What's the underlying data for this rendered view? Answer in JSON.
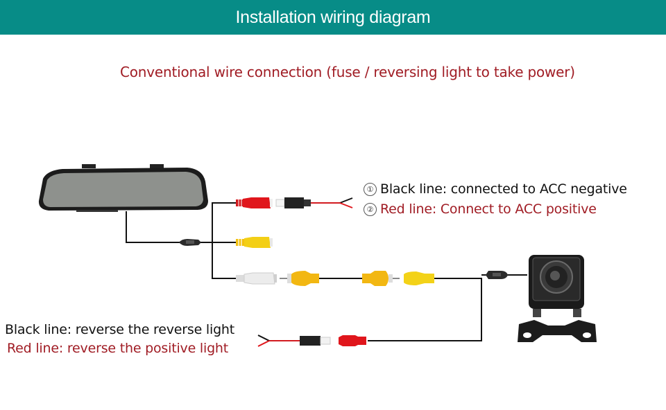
{
  "header": {
    "title": "Installation wiring diagram",
    "background_color": "#078c87"
  },
  "subtitle": "Conventional wire connection (fuse / reversing light to take power)",
  "acc_notes": [
    {
      "number": "①",
      "text": "Black line: connected to ACC negative",
      "color": "#111111"
    },
    {
      "number": "②",
      "text": "Red line: Connect to ACC positive",
      "color": "#a01c24"
    }
  ],
  "reverse_notes": [
    {
      "text": "Black line: reverse the reverse light",
      "color": "#111111"
    },
    {
      "text": "Red line: reverse the positive light",
      "color": "#a01c24"
    }
  ],
  "components": {
    "monitor": "rearview-mirror-monitor",
    "camera": "ir-backup-camera",
    "connectors": [
      "red-power-rca",
      "yellow-video-rca",
      "white-rca",
      "yellow-extension-cable",
      "red-power-plug"
    ]
  },
  "colors": {
    "accent_red": "#a01c24",
    "wire": "#111111",
    "rca_red": "#e0161c",
    "rca_yellow": "#f2c011",
    "rca_white": "#eeeeee"
  }
}
